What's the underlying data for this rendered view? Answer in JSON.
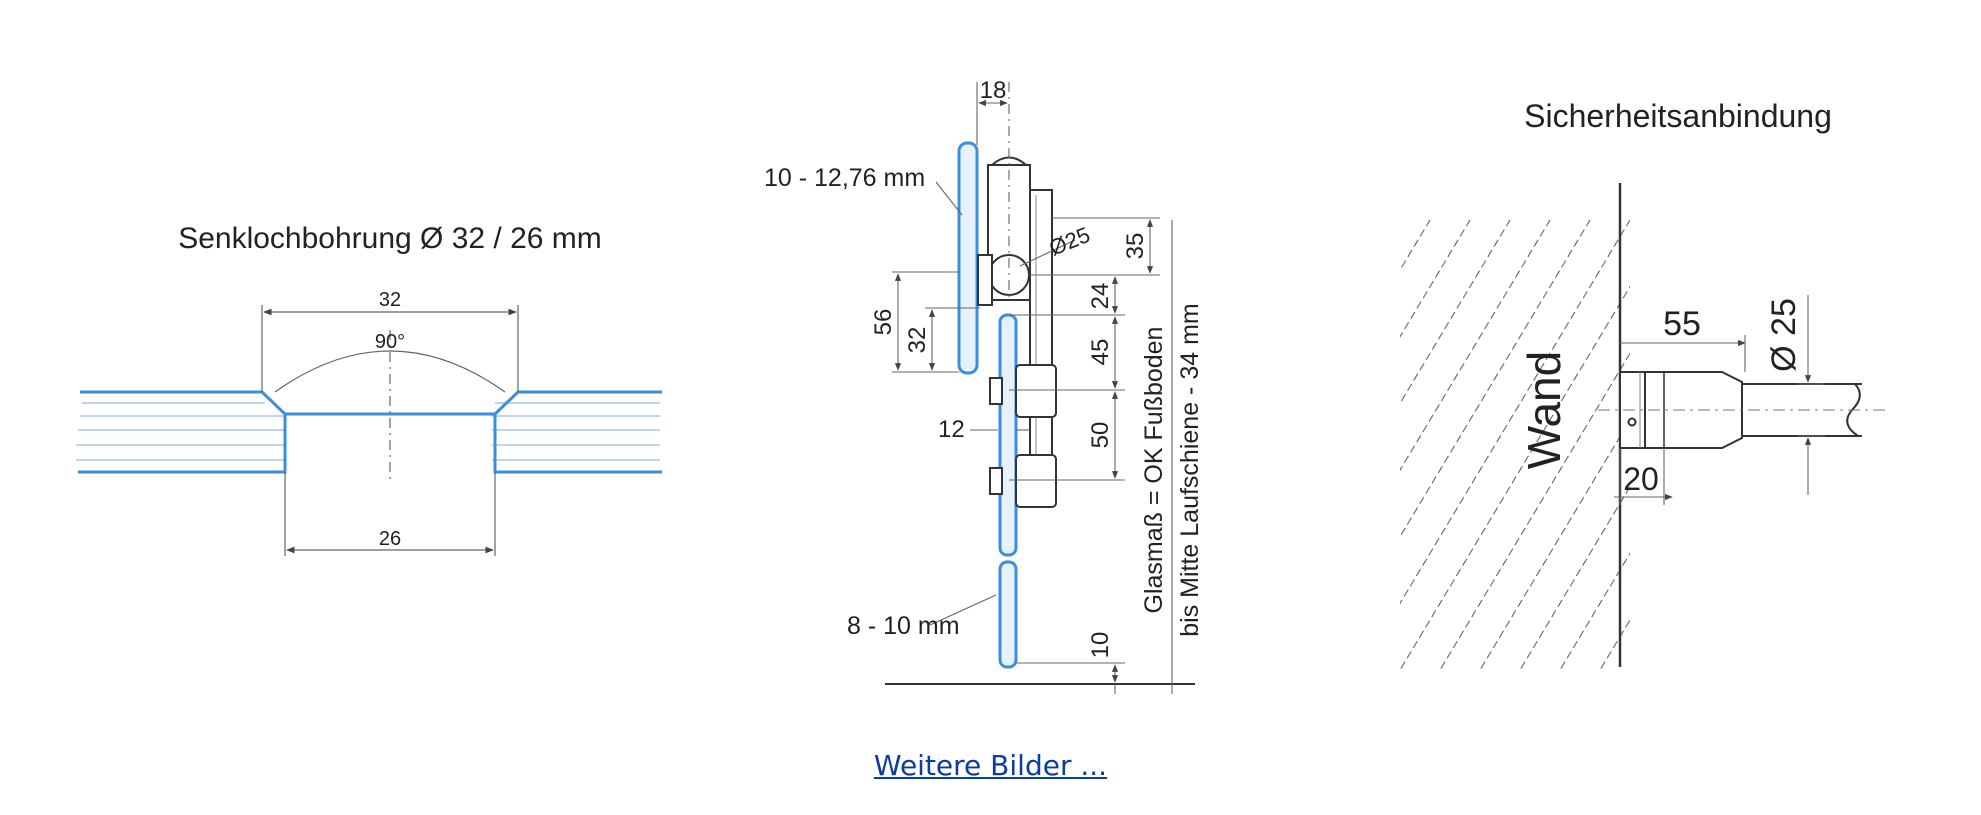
{
  "countersink": {
    "title": "Senkloch­bohrung Ø 32 / 26 mm",
    "dim_top": "32",
    "angle": "90°",
    "dim_bottom": "26"
  },
  "roller": {
    "dim_18": "18",
    "dim_glass_thickness": "10 - 12,76 mm",
    "dim_diameter": "Ø25",
    "dim_35": "35",
    "dim_24": "24",
    "dim_56": "56",
    "dim_32": "32",
    "dim_45": "45",
    "dim_12": "12",
    "dim_50": "50",
    "dim_glass_thickness_lower": "8 - 10 mm",
    "dim_10": "10",
    "glass_note_line1": "Glasmaß = OK Fußboden",
    "glass_note_line2": "bis Mitte Laufschiene - 34 mm"
  },
  "safety": {
    "title": "Sicherheitsanbindung",
    "wall_label": "Wand",
    "dim_55": "55",
    "dim_diameter": "Ø 25",
    "dim_20": "20"
  },
  "footer": {
    "more_images_label": "Weitere Bilder ..."
  },
  "colors": {
    "glass": "#3a8ee0",
    "line": "#333333",
    "dim": "#555555",
    "link": "#0b3d9e"
  }
}
